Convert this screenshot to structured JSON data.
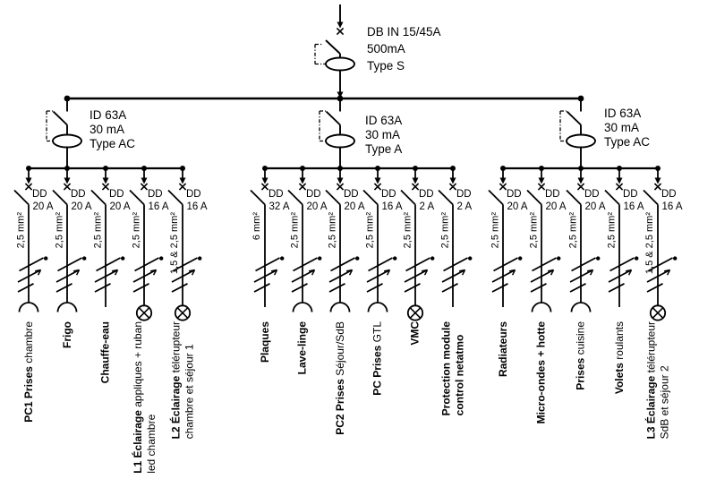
{
  "colors": {
    "line": "#000000",
    "background": "#ffffff"
  },
  "main_breaker": {
    "label_lines": [
      "DB IN 15/45A",
      "500mA",
      "Type S"
    ]
  },
  "groups": [
    {
      "rcd_lines": [
        "ID 63A",
        "30 mA",
        "Type AC"
      ],
      "branches": [
        {
          "device": "DD",
          "rating": "20 A",
          "wire": "2,5 mm²",
          "load_symbol": "socket",
          "label_lines": [
            [
              {
                "t": "PC1 Prises",
                "bold": true
              },
              {
                "t": " chambre",
                "bold": false
              }
            ]
          ]
        },
        {
          "device": "DD",
          "rating": "20 A",
          "wire": "2,5 mm²",
          "load_symbol": "socket",
          "label_lines": [
            [
              {
                "t": "Frigo",
                "bold": true
              }
            ]
          ]
        },
        {
          "device": "DD",
          "rating": "20 A",
          "wire": "2,5 mm²",
          "load_symbol": "none",
          "label_lines": [
            [
              {
                "t": "Chauffe-eau",
                "bold": true
              }
            ]
          ]
        },
        {
          "device": "DD",
          "rating": "16 A",
          "wire": "2,5 mm²",
          "load_symbol": "lamp",
          "label_lines": [
            [
              {
                "t": "L1 Éclairage",
                "bold": true
              },
              {
                "t": " appliques + ruban",
                "bold": false
              }
            ],
            [
              {
                "t": "led chambre",
                "bold": false
              }
            ]
          ]
        },
        {
          "device": "DD",
          "rating": "16 A",
          "wire": "1,5 & 2,5 mm²",
          "load_symbol": "lamp",
          "label_lines": [
            [
              {
                "t": "L2 Éclairage",
                "bold": true
              },
              {
                "t": " télérupteur",
                "bold": false
              }
            ],
            [
              {
                "t": "chambre et séjour 1",
                "bold": false
              }
            ]
          ]
        }
      ]
    },
    {
      "rcd_lines": [
        "ID 63A",
        "30 mA",
        "Type A"
      ],
      "branches": [
        {
          "device": "DD",
          "rating": "32 A",
          "wire": "6 mm²",
          "load_symbol": "none",
          "label_lines": [
            [
              {
                "t": "Plaques",
                "bold": true
              }
            ]
          ]
        },
        {
          "device": "DD",
          "rating": "20 A",
          "wire": "2,5 mm²",
          "load_symbol": "socket",
          "label_lines": [
            [
              {
                "t": "Lave-linge",
                "bold": true
              }
            ]
          ]
        },
        {
          "device": "DD",
          "rating": "20 A",
          "wire": "2,5 mm²",
          "load_symbol": "socket",
          "label_lines": [
            [
              {
                "t": "PC2 Prises",
                "bold": true
              },
              {
                "t": " Séjour/SdB",
                "bold": false
              }
            ]
          ]
        },
        {
          "device": "DD",
          "rating": "16 A",
          "wire": "2,5 mm²",
          "load_symbol": "socket",
          "label_lines": [
            [
              {
                "t": "PC Prises",
                "bold": true
              },
              {
                "t": " GTL",
                "bold": false
              }
            ]
          ]
        },
        {
          "device": "DD",
          "rating": "2 A",
          "wire": "2,5 mm²",
          "load_symbol": "lamp",
          "label_lines": [
            [
              {
                "t": "VMC",
                "bold": true
              }
            ]
          ]
        },
        {
          "device": "DD",
          "rating": "2 A",
          "wire": "2,5 mm²",
          "load_symbol": "none",
          "label_lines": [
            [
              {
                "t": "Protection module",
                "bold": true
              }
            ],
            [
              {
                "t": "control netatmo",
                "bold": true
              }
            ]
          ]
        }
      ]
    },
    {
      "rcd_lines": [
        "ID 63A",
        "30 mA",
        "Type AC"
      ],
      "branches": [
        {
          "device": "DD",
          "rating": "20 A",
          "wire": "2,5 mm²",
          "load_symbol": "none",
          "label_lines": [
            [
              {
                "t": "Radiateurs",
                "bold": true
              }
            ]
          ]
        },
        {
          "device": "DD",
          "rating": "20 A",
          "wire": "2,5 mm²",
          "load_symbol": "socket",
          "label_lines": [
            [
              {
                "t": "Micro-ondes + hotte",
                "bold": true
              }
            ]
          ]
        },
        {
          "device": "DD",
          "rating": "20 A",
          "wire": "2,5 mm²",
          "load_symbol": "socket",
          "label_lines": [
            [
              {
                "t": "Prises",
                "bold": true
              },
              {
                "t": " cuisine",
                "bold": false
              }
            ]
          ]
        },
        {
          "device": "DD",
          "rating": "16 A",
          "wire": "2,5 mm²",
          "load_symbol": "none",
          "label_lines": [
            [
              {
                "t": "Volets",
                "bold": true
              },
              {
                "t": " roulants",
                "bold": false
              }
            ]
          ]
        },
        {
          "device": "DD",
          "rating": "16 A",
          "wire": "1,5 & 2,5 mm²",
          "load_symbol": "lamp",
          "label_lines": [
            [
              {
                "t": "L3 Éclairage",
                "bold": true
              },
              {
                "t": " télérupteur",
                "bold": false
              }
            ],
            [
              {
                "t": "SdB et séjour 2",
                "bold": false
              }
            ]
          ]
        }
      ]
    }
  ]
}
